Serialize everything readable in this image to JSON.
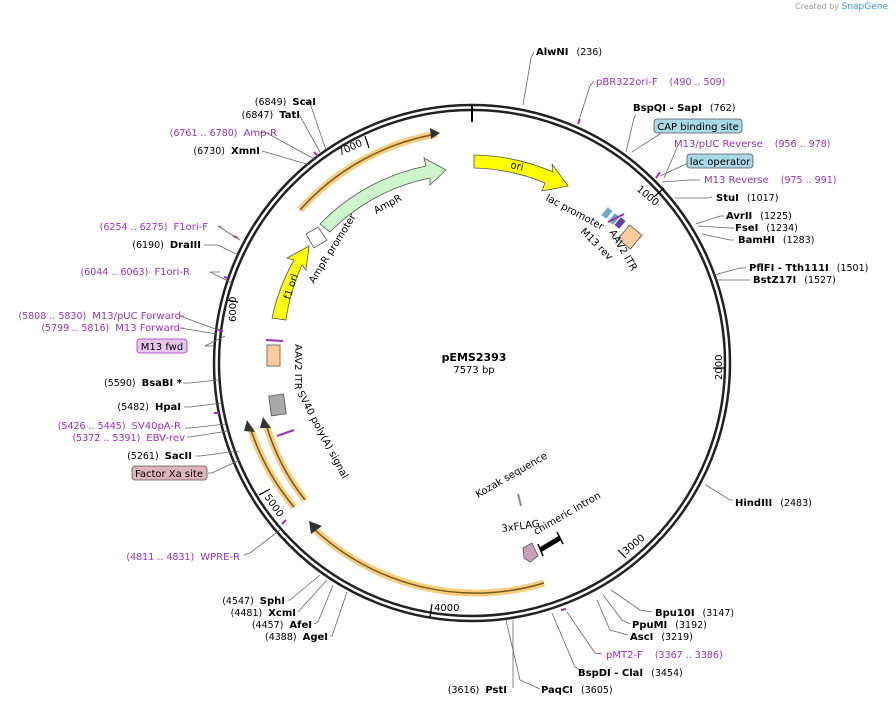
{
  "credit": {
    "prefix": "Created by",
    "brand": "SnapGene"
  },
  "plasmid": {
    "name": "pEMS2393",
    "length": "7573 bp"
  },
  "ticks": [
    "1000",
    "2000",
    "3000",
    "4000",
    "5000",
    "6000",
    "7000"
  ],
  "sites_right": [
    {
      "name": "AlwNI",
      "pos": "(236)"
    },
    {
      "name": "BspQI   - SapI",
      "pos": "(762)"
    },
    {
      "name": "StuI",
      "pos": "(1017)"
    },
    {
      "name": "AvrII",
      "pos": "(1225)"
    },
    {
      "name": "FseI",
      "pos": "(1234)"
    },
    {
      "name": "BamHI",
      "pos": "(1283)"
    },
    {
      "name": "PflFI   - Tth111I",
      "pos": "(1501)"
    },
    {
      "name": "BstZ17I",
      "pos": "(1527)"
    },
    {
      "name": "HindIII",
      "pos": "(2483)"
    },
    {
      "name": "Bpu10I",
      "pos": "(3147)"
    },
    {
      "name": "PpuMI",
      "pos": "(3192)"
    },
    {
      "name": "AscI",
      "pos": "(3219)"
    },
    {
      "name": "BspDI   - ClaI",
      "pos": "(3454)"
    },
    {
      "name": "PaqCI",
      "pos": "(3605)"
    }
  ],
  "sites_left": [
    {
      "name": "ScaI",
      "pos": "(6849)"
    },
    {
      "name": "TatI",
      "pos": "(6847)"
    },
    {
      "name": "XmnI",
      "pos": "(6730)"
    },
    {
      "name": "DraIII",
      "pos": "(6190)"
    },
    {
      "name": "BsaBI *",
      "pos": "(5590)"
    },
    {
      "name": "HpaI",
      "pos": "(5482)"
    },
    {
      "name": "SacII",
      "pos": "(5261)"
    },
    {
      "name": "SphI",
      "pos": "(4547)"
    },
    {
      "name": "XcmI",
      "pos": "(4481)"
    },
    {
      "name": "AfeI",
      "pos": "(4457)"
    },
    {
      "name": "AgeI",
      "pos": "(4388)"
    },
    {
      "name": "PstI",
      "pos": "(3616)"
    }
  ],
  "primers_right": [
    {
      "name": "pBR322ori-F",
      "range": "(490 .. 509)"
    },
    {
      "name": "M13/pUC Reverse",
      "range": "(956 .. 978)"
    },
    {
      "name": "M13 Reverse",
      "range": "(975 .. 991)"
    },
    {
      "name": "pMT2-F",
      "range": "(3367 .. 3386)"
    }
  ],
  "primers_left": [
    {
      "name": "Amp-R",
      "range": "(6761 .. 6780)"
    },
    {
      "name": "F1ori-F",
      "range": "(6254 .. 6275)"
    },
    {
      "name": "F1ori-R",
      "range": "(6044 .. 6063)"
    },
    {
      "name": "M13/pUC Forward",
      "range": "(5808 .. 5830)"
    },
    {
      "name": "M13 Forward",
      "range": "(5799 .. 5816)"
    },
    {
      "name": "SV40pA-R",
      "range": "(5426 .. 5445)"
    },
    {
      "name": "EBV-rev",
      "range": "(5372 .. 5391)"
    },
    {
      "name": "WPRE-R",
      "range": "(4811 .. 4831)"
    }
  ],
  "boxed_labels": {
    "cap": "CAP binding site",
    "lacop": "lac operator",
    "m13fwd": "M13 fwd",
    "factorxa": "Factor Xa site"
  },
  "features": {
    "ori": "ori",
    "lac_promoter": "lac promoter",
    "m13_rev": "M13 rev",
    "aav2_itr_right": "AAV2 ITR",
    "ampr": "AmpR",
    "ampr_promoter": "AmpR promoter",
    "f1_ori": "f1 ori",
    "aav2_itr_left": "AAV2 ITR",
    "sv40": "SV40 poly(A) signal",
    "kozak": "Kozak sequence",
    "flag": "3xFLAG",
    "intron": "chimeric intron"
  },
  "colors": {
    "ori": "#ffff00",
    "ampr": "#ccf5cc",
    "orange_band": "#f7cd7e",
    "itr": "#ffcc99",
    "sv40": "#a8a8a8",
    "primer": "#9b30c4",
    "cap_box": "#a9d8e6",
    "m13fwd_box": "#e8c7ec",
    "factorxa_box": "#dfb4c0"
  }
}
